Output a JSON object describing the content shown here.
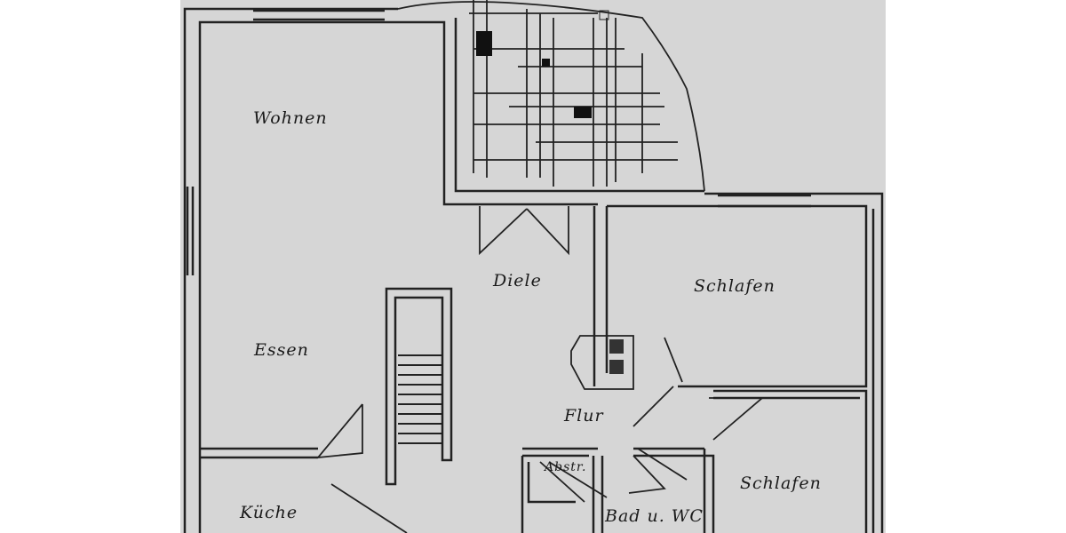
{
  "rooms": {
    "wohnen": "Wohnen",
    "diele": "Diele",
    "schlafen1": "Schlafen",
    "essen": "Essen",
    "flur": "Flur",
    "schlafen2": "Schlafen",
    "abstr": "Abstr.",
    "kueche": "Küche",
    "bad": "Bad u. WC"
  },
  "colors": {
    "paper": "#d6d6d6",
    "ink": "#222222"
  }
}
